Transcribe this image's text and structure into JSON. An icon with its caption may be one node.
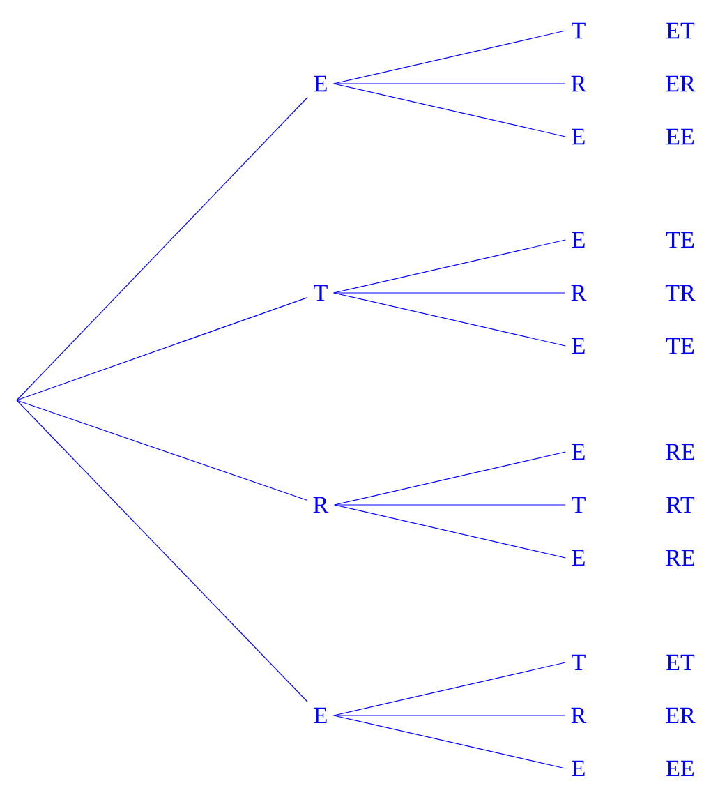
{
  "diagram": {
    "nodes": [
      {
        "text": [
          "E"
        ]
      },
      {
        "text": [
          "T"
        ],
        "beside": [
          "ET"
        ]
      },
      {
        "text": [
          "R"
        ],
        "beside": [
          "ER"
        ]
      },
      {
        "text": [
          "E"
        ],
        "beside": [
          "EE"
        ]
      },
      {
        "text": [
          "T"
        ]
      },
      {
        "text": [
          "E"
        ],
        "beside": [
          "TE"
        ]
      },
      {
        "text": [
          "R"
        ],
        "beside": [
          "TR"
        ]
      },
      {
        "text": [
          "E"
        ],
        "beside": [
          "TE"
        ]
      },
      {
        "text": [
          "R"
        ]
      },
      {
        "text": [
          "E"
        ],
        "beside": [
          "RE"
        ]
      },
      {
        "text": [
          "T"
        ],
        "beside": [
          "RT"
        ]
      },
      {
        "text": [
          "E"
        ],
        "beside": [
          "RE"
        ]
      },
      {
        "text": [
          "E"
        ]
      },
      {
        "text": [
          "T"
        ],
        "beside": [
          "ET"
        ]
      },
      {
        "text": [
          "R"
        ],
        "beside": [
          "ER"
        ]
      },
      {
        "text": [
          "E"
        ],
        "beside": [
          "EE"
        ]
      }
    ],
    "edges": [
      {
        "from": null,
        "to": 0,
        "arrow": "none"
      },
      {
        "from": null,
        "to": 4,
        "arrow": "none"
      },
      {
        "from": null,
        "to": 8,
        "arrow": "none"
      },
      {
        "from": null,
        "to": 12,
        "arrow": "none"
      },
      {
        "from": 0,
        "to": 1,
        "arrow": "none"
      },
      {
        "from": 0,
        "to": 2,
        "arrow": "none"
      },
      {
        "from": 0,
        "to": 3,
        "arrow": "none"
      },
      {
        "from": 4,
        "to": 5,
        "arrow": "none"
      },
      {
        "from": 4,
        "to": 6,
        "arrow": "none"
      },
      {
        "from": 4,
        "to": 7,
        "arrow": "none"
      },
      {
        "from": 8,
        "to": 9,
        "arrow": "none"
      },
      {
        "from": 8,
        "to": 10,
        "arrow": "none"
      },
      {
        "from": 8,
        "to": 11,
        "arrow": "none"
      },
      {
        "from": 12,
        "to": 13,
        "arrow": "none"
      },
      {
        "from": 12,
        "to": 14,
        "arrow": "none"
      },
      {
        "from": 12,
        "to": 15,
        "arrow": "none"
      }
    ]
  }
}
